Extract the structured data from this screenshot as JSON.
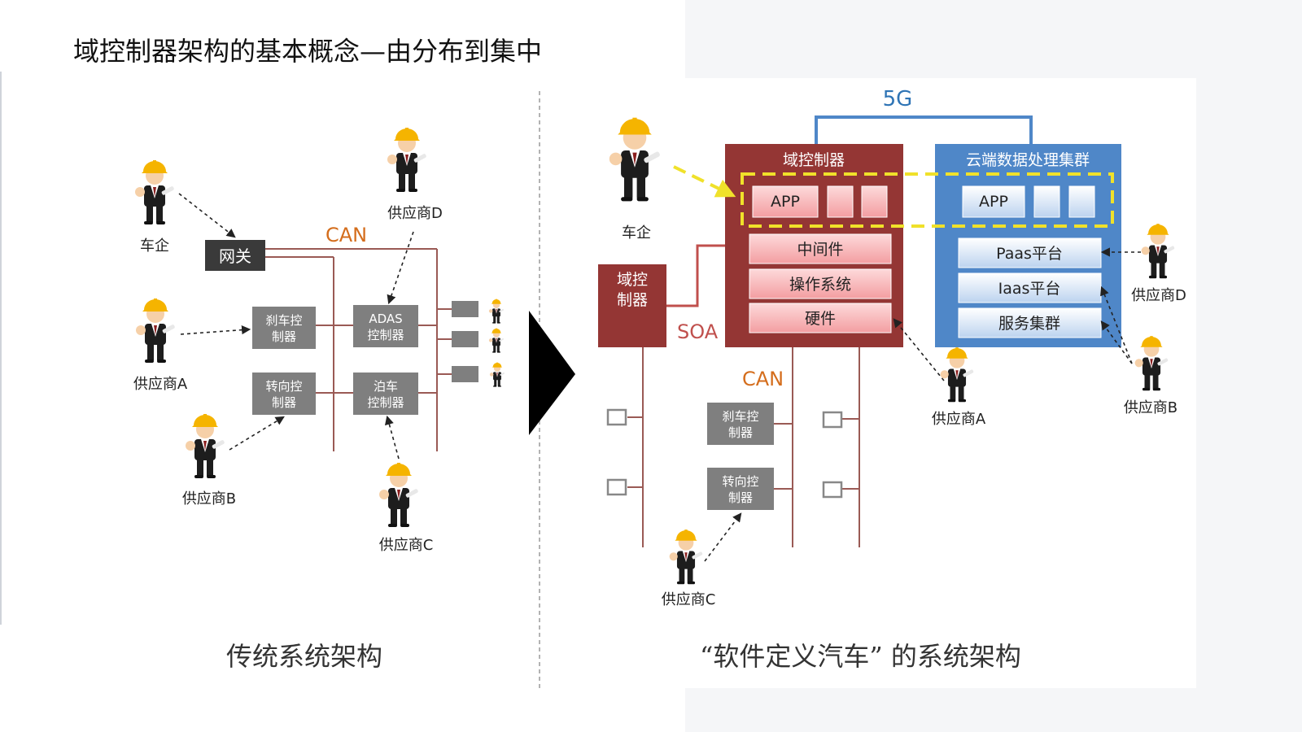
{
  "slide_title": "域控制器架构的基本概念—由分布到集中",
  "left": {
    "caption": "传统系统架构",
    "bus_label": "CAN",
    "gateway": "网关",
    "actors": {
      "oem": "车企",
      "supplier_a": "供应商A",
      "supplier_b": "供应商B",
      "supplier_c": "供应商C",
      "supplier_d": "供应商D"
    },
    "ecus": {
      "brake": [
        "刹车控",
        "制器"
      ],
      "steer": [
        "转向控",
        "制器"
      ],
      "adas": [
        "ADAS",
        "控制器"
      ],
      "parking": [
        "泊车",
        "控制器"
      ]
    }
  },
  "right": {
    "caption": "“软件定义汽车” 的系统架构",
    "network_label": "5G",
    "soa_label": "SOA",
    "bus_label": "CAN",
    "domain_controller": {
      "title": "域控制器",
      "app": "APP",
      "layers": [
        "中间件",
        "操作系统",
        "硬件"
      ]
    },
    "cloud": {
      "title": "云端数据处理集群",
      "app": "APP",
      "layers": [
        "Paas平台",
        "Iaas平台",
        "服务集群"
      ]
    },
    "small_domain": [
      "域控",
      "制器"
    ],
    "ecus": {
      "brake": [
        "刹车控",
        "制器"
      ],
      "steer": [
        "转向控",
        "制器"
      ]
    },
    "actors": {
      "oem": "车企",
      "supplier_a": "供应商A",
      "supplier_b": "供应商B",
      "supplier_c": "供应商C",
      "supplier_d": "供应商D"
    }
  },
  "colors": {
    "dark_red": "#943634",
    "cloud_blue": "#4f87c8",
    "can_orange": "#d46d1c",
    "net_blue": "#2e74b5",
    "ecu_gray": "#7f7f7f",
    "helmet": "#f5b400",
    "highlight_yellow": "#f0e12a"
  }
}
